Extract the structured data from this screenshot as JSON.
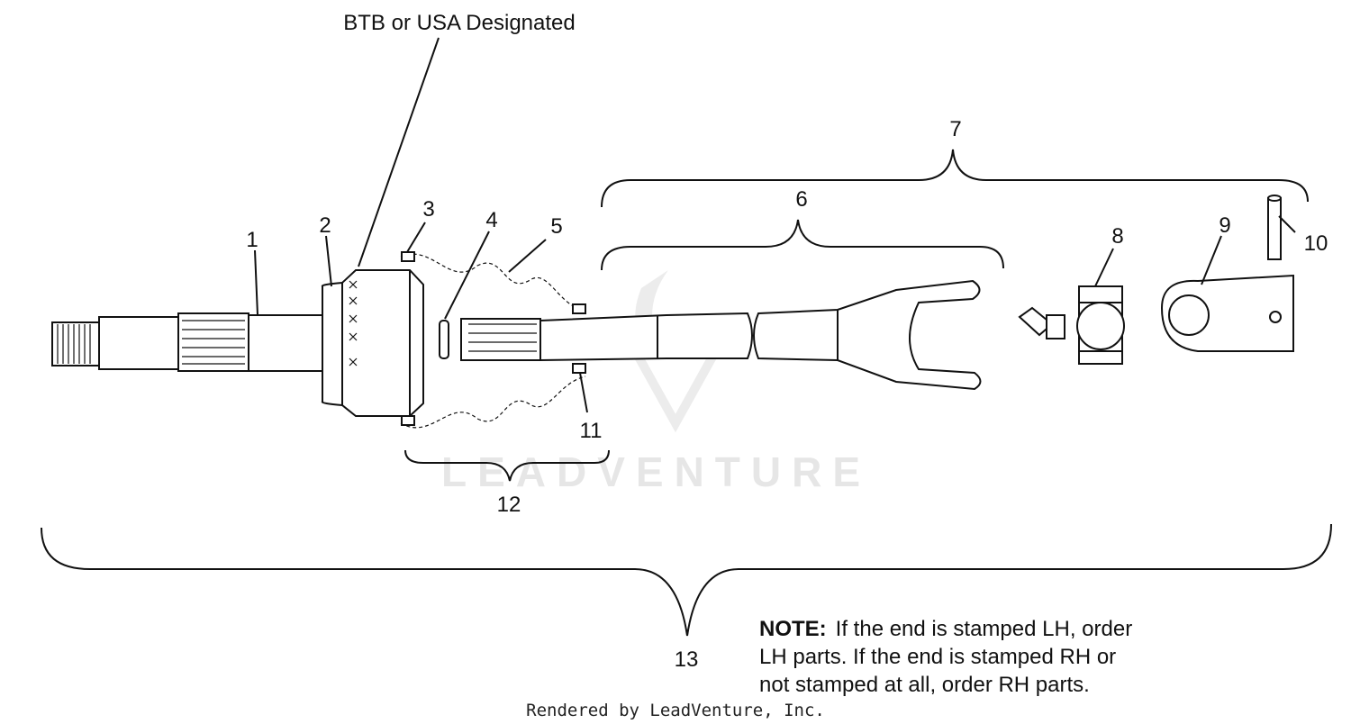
{
  "callouts": {
    "designation": "BTB or USA Designated",
    "n1": "1",
    "n2": "2",
    "n3": "3",
    "n4": "4",
    "n5": "5",
    "n6": "6",
    "n7": "7",
    "n8": "8",
    "n9": "9",
    "n10": "10",
    "n11": "11",
    "n12": "12",
    "n13": "13"
  },
  "note": {
    "heading": "NOTE:",
    "line1": "If the end is stamped LH, order",
    "line2": "LH parts.  If the end is stamped RH or",
    "line3": "not stamped at all, order RH parts."
  },
  "watermark": "LEADVENTURE",
  "footer": "Rendered by LeadVenture, Inc."
}
